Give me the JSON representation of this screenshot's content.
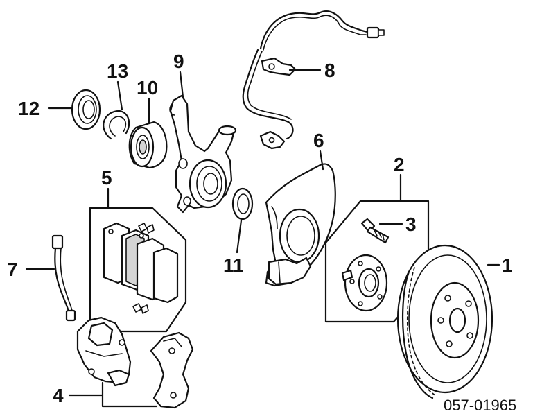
{
  "diagram_code": "057-01965",
  "callouts": {
    "c1": "1",
    "c2": "2",
    "c3": "3",
    "c4": "4",
    "c5": "5",
    "c6": "6",
    "c7": "7",
    "c8": "8",
    "c9": "9",
    "c10": "10",
    "c11": "11",
    "c12": "12",
    "c13": "13"
  }
}
